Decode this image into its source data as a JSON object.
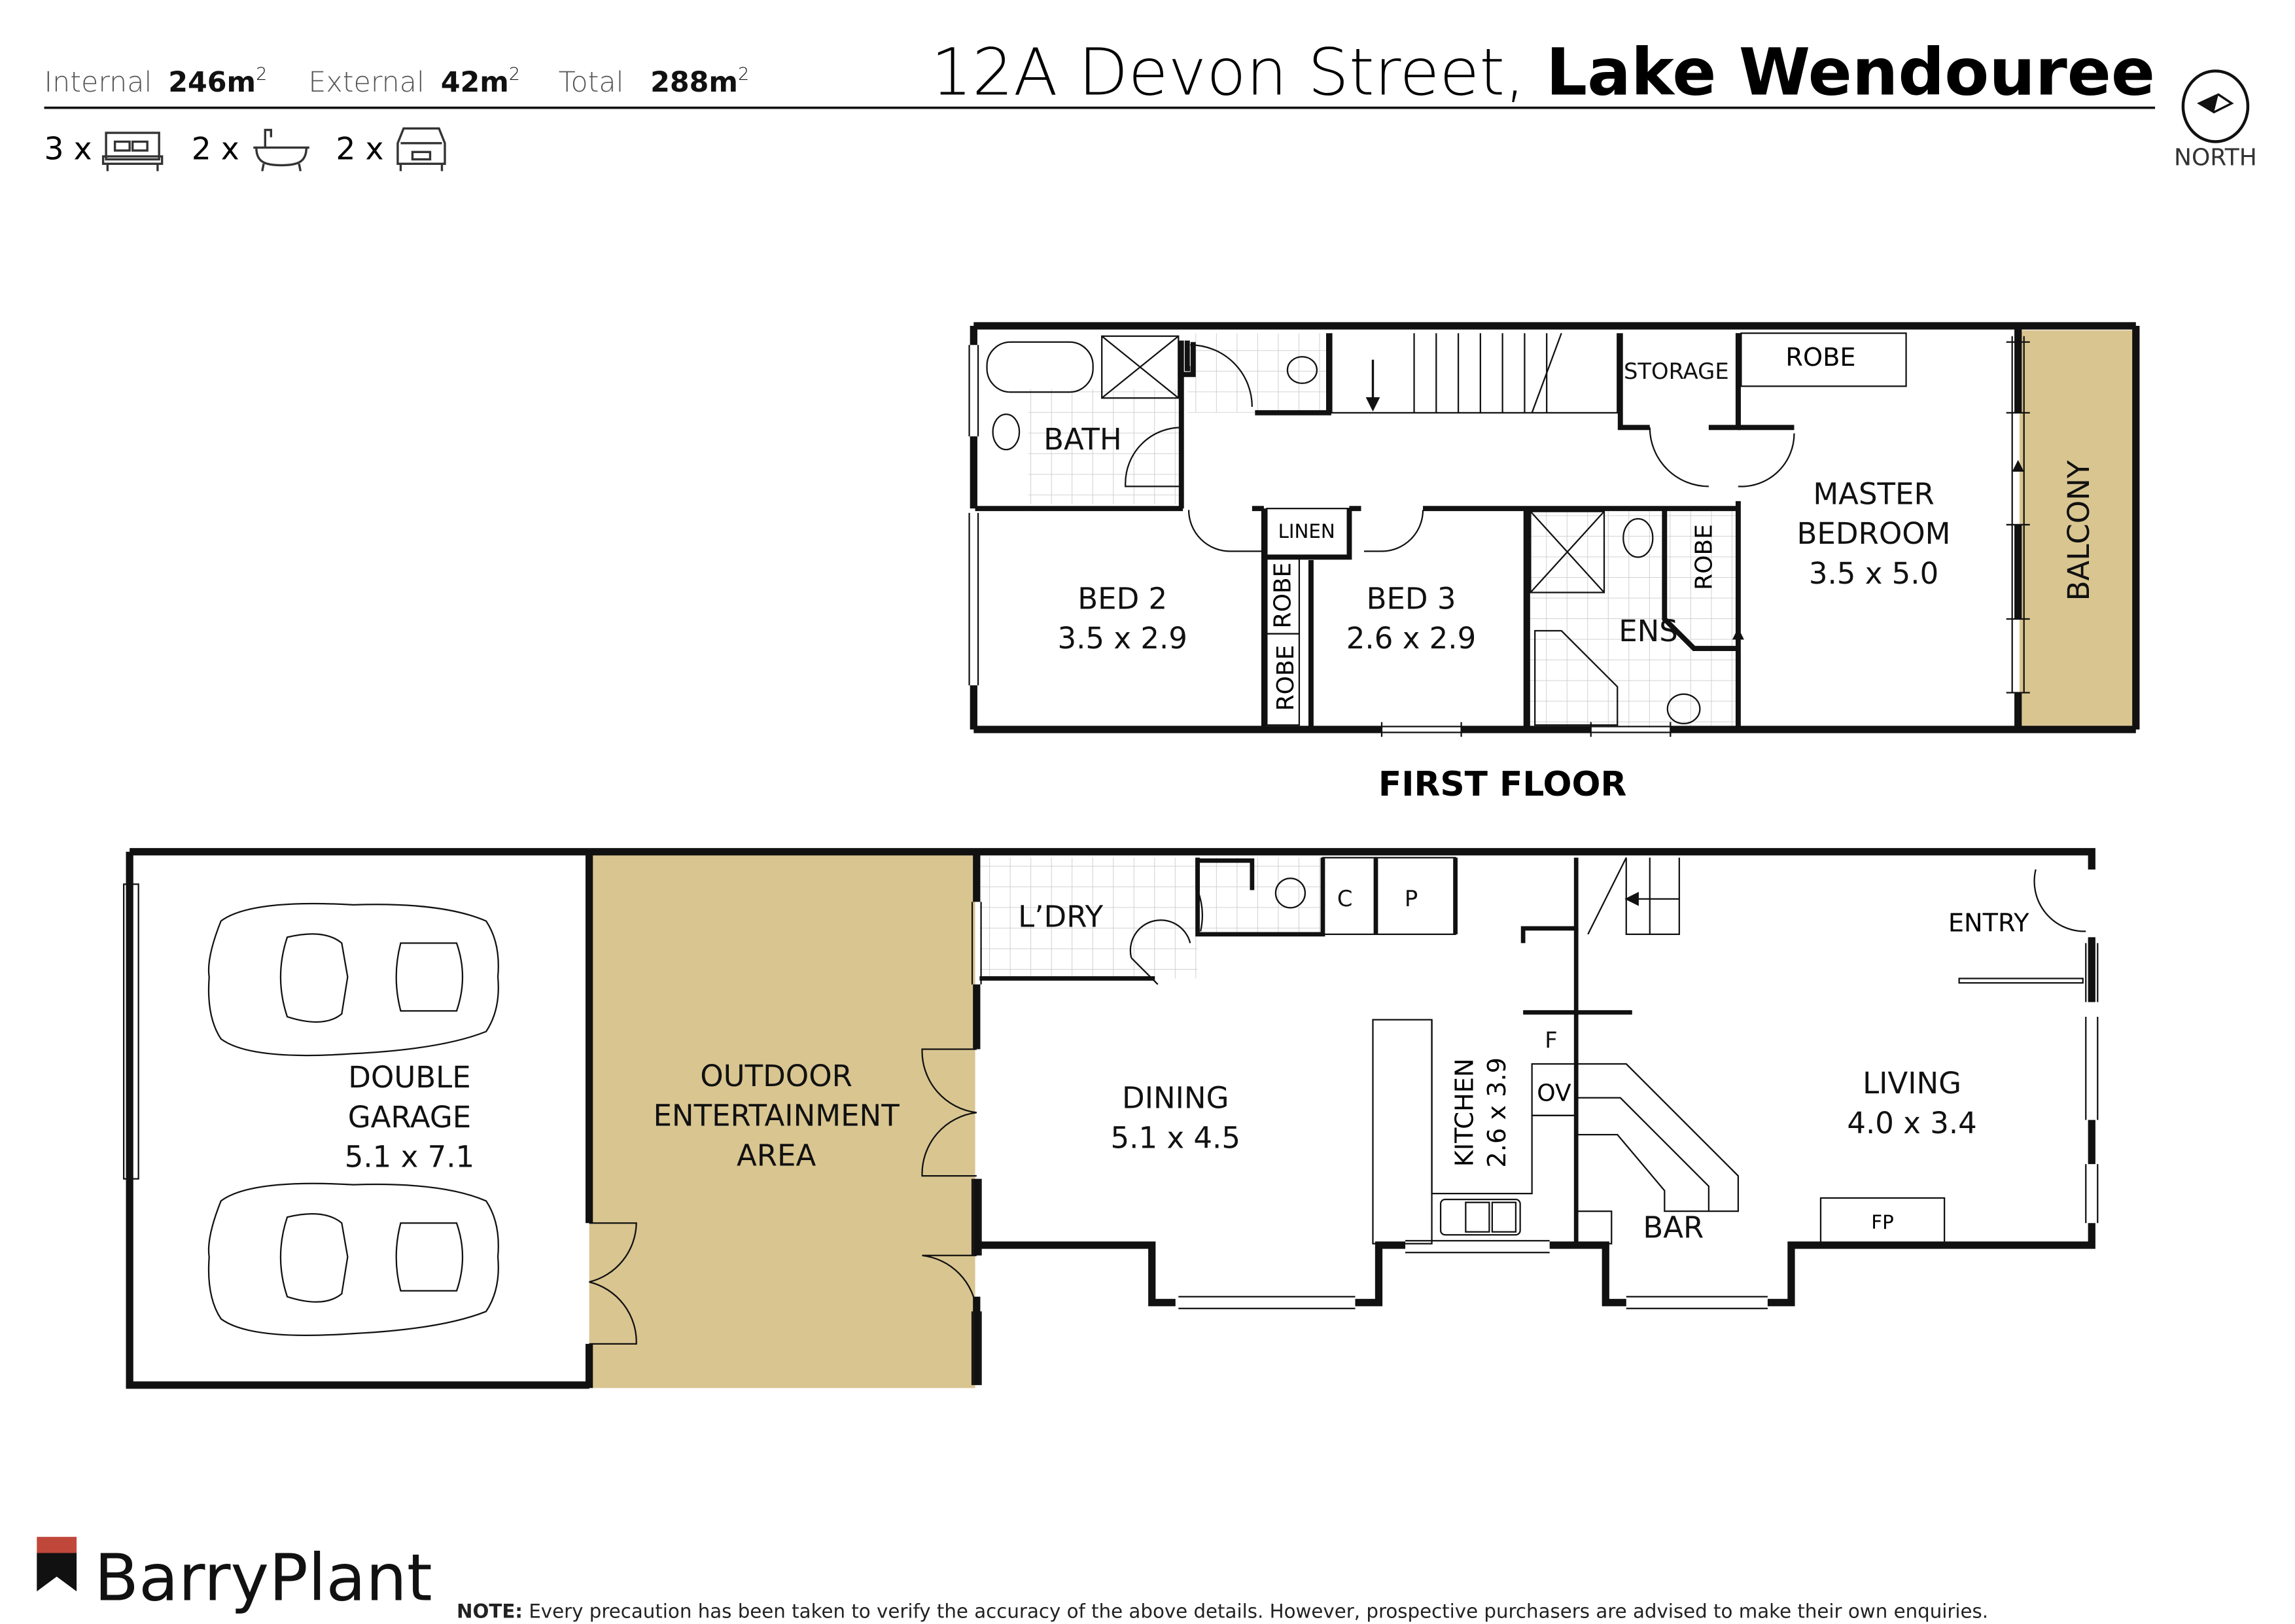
{
  "header": {
    "areas": [
      {
        "label": "Internal",
        "value": "246m",
        "sup": "2"
      },
      {
        "label": "External",
        "value": "42m",
        "sup": "2"
      },
      {
        "label": "Total",
        "value": "288m",
        "sup": "2"
      }
    ],
    "features": [
      {
        "count": "3 x",
        "icon": "bed-icon"
      },
      {
        "count": "2 x",
        "icon": "bath-icon"
      },
      {
        "count": "2 x",
        "icon": "car-icon"
      }
    ],
    "address_street": "12A Devon Street,",
    "address_suburb": "Lake Wendouree",
    "compass_label": "NORTH"
  },
  "first_floor": {
    "label": "FIRST FLOOR",
    "rooms": {
      "bath": "BATH",
      "storage": "STORAGE",
      "robe_top": "ROBE",
      "master_name_1": "MASTER",
      "master_name_2": "BEDROOM",
      "master_dims": "3.5 x 5.0",
      "balcony": "BALCONY",
      "linen": "LINEN",
      "bed2_name": "BED 2",
      "bed2_dims": "3.5 x 2.9",
      "robe_a": "ROBE",
      "robe_b": "ROBE",
      "bed3_name": "BED 3",
      "bed3_dims": "2.6 x 2.9",
      "ens": "ENS",
      "robe_ens": "ROBE"
    }
  },
  "ground_floor": {
    "rooms": {
      "garage_1": "DOUBLE",
      "garage_2": "GARAGE",
      "garage_dims": "5.1 x 7.1",
      "outdoor_1": "OUTDOOR",
      "outdoor_2": "ENTERTAINMENT",
      "outdoor_3": "AREA",
      "laundry": "L’DRY",
      "c": "C",
      "p": "P",
      "dining_name": "DINING",
      "dining_dims": "5.1 x 4.5",
      "kitchen_name": "KITCHEN",
      "kitchen_dims": "2.6 x 3.9",
      "fridge": "F",
      "oven": "OV",
      "bar": "BAR",
      "entry": "ENTRY",
      "living_name": "LIVING",
      "living_dims": "4.0 x 3.4",
      "fireplace": "FP"
    }
  },
  "footer": {
    "brand": "BarryPlant",
    "note_label": "NOTE:",
    "note_text": " Every precaution has been taken to verify the accuracy of the above details. However, prospective purchasers are advised to make their own enquiries."
  },
  "colors": {
    "outdoor_fill": "#d9c590",
    "brand_red": "#c0483b",
    "wall": "#111111"
  }
}
